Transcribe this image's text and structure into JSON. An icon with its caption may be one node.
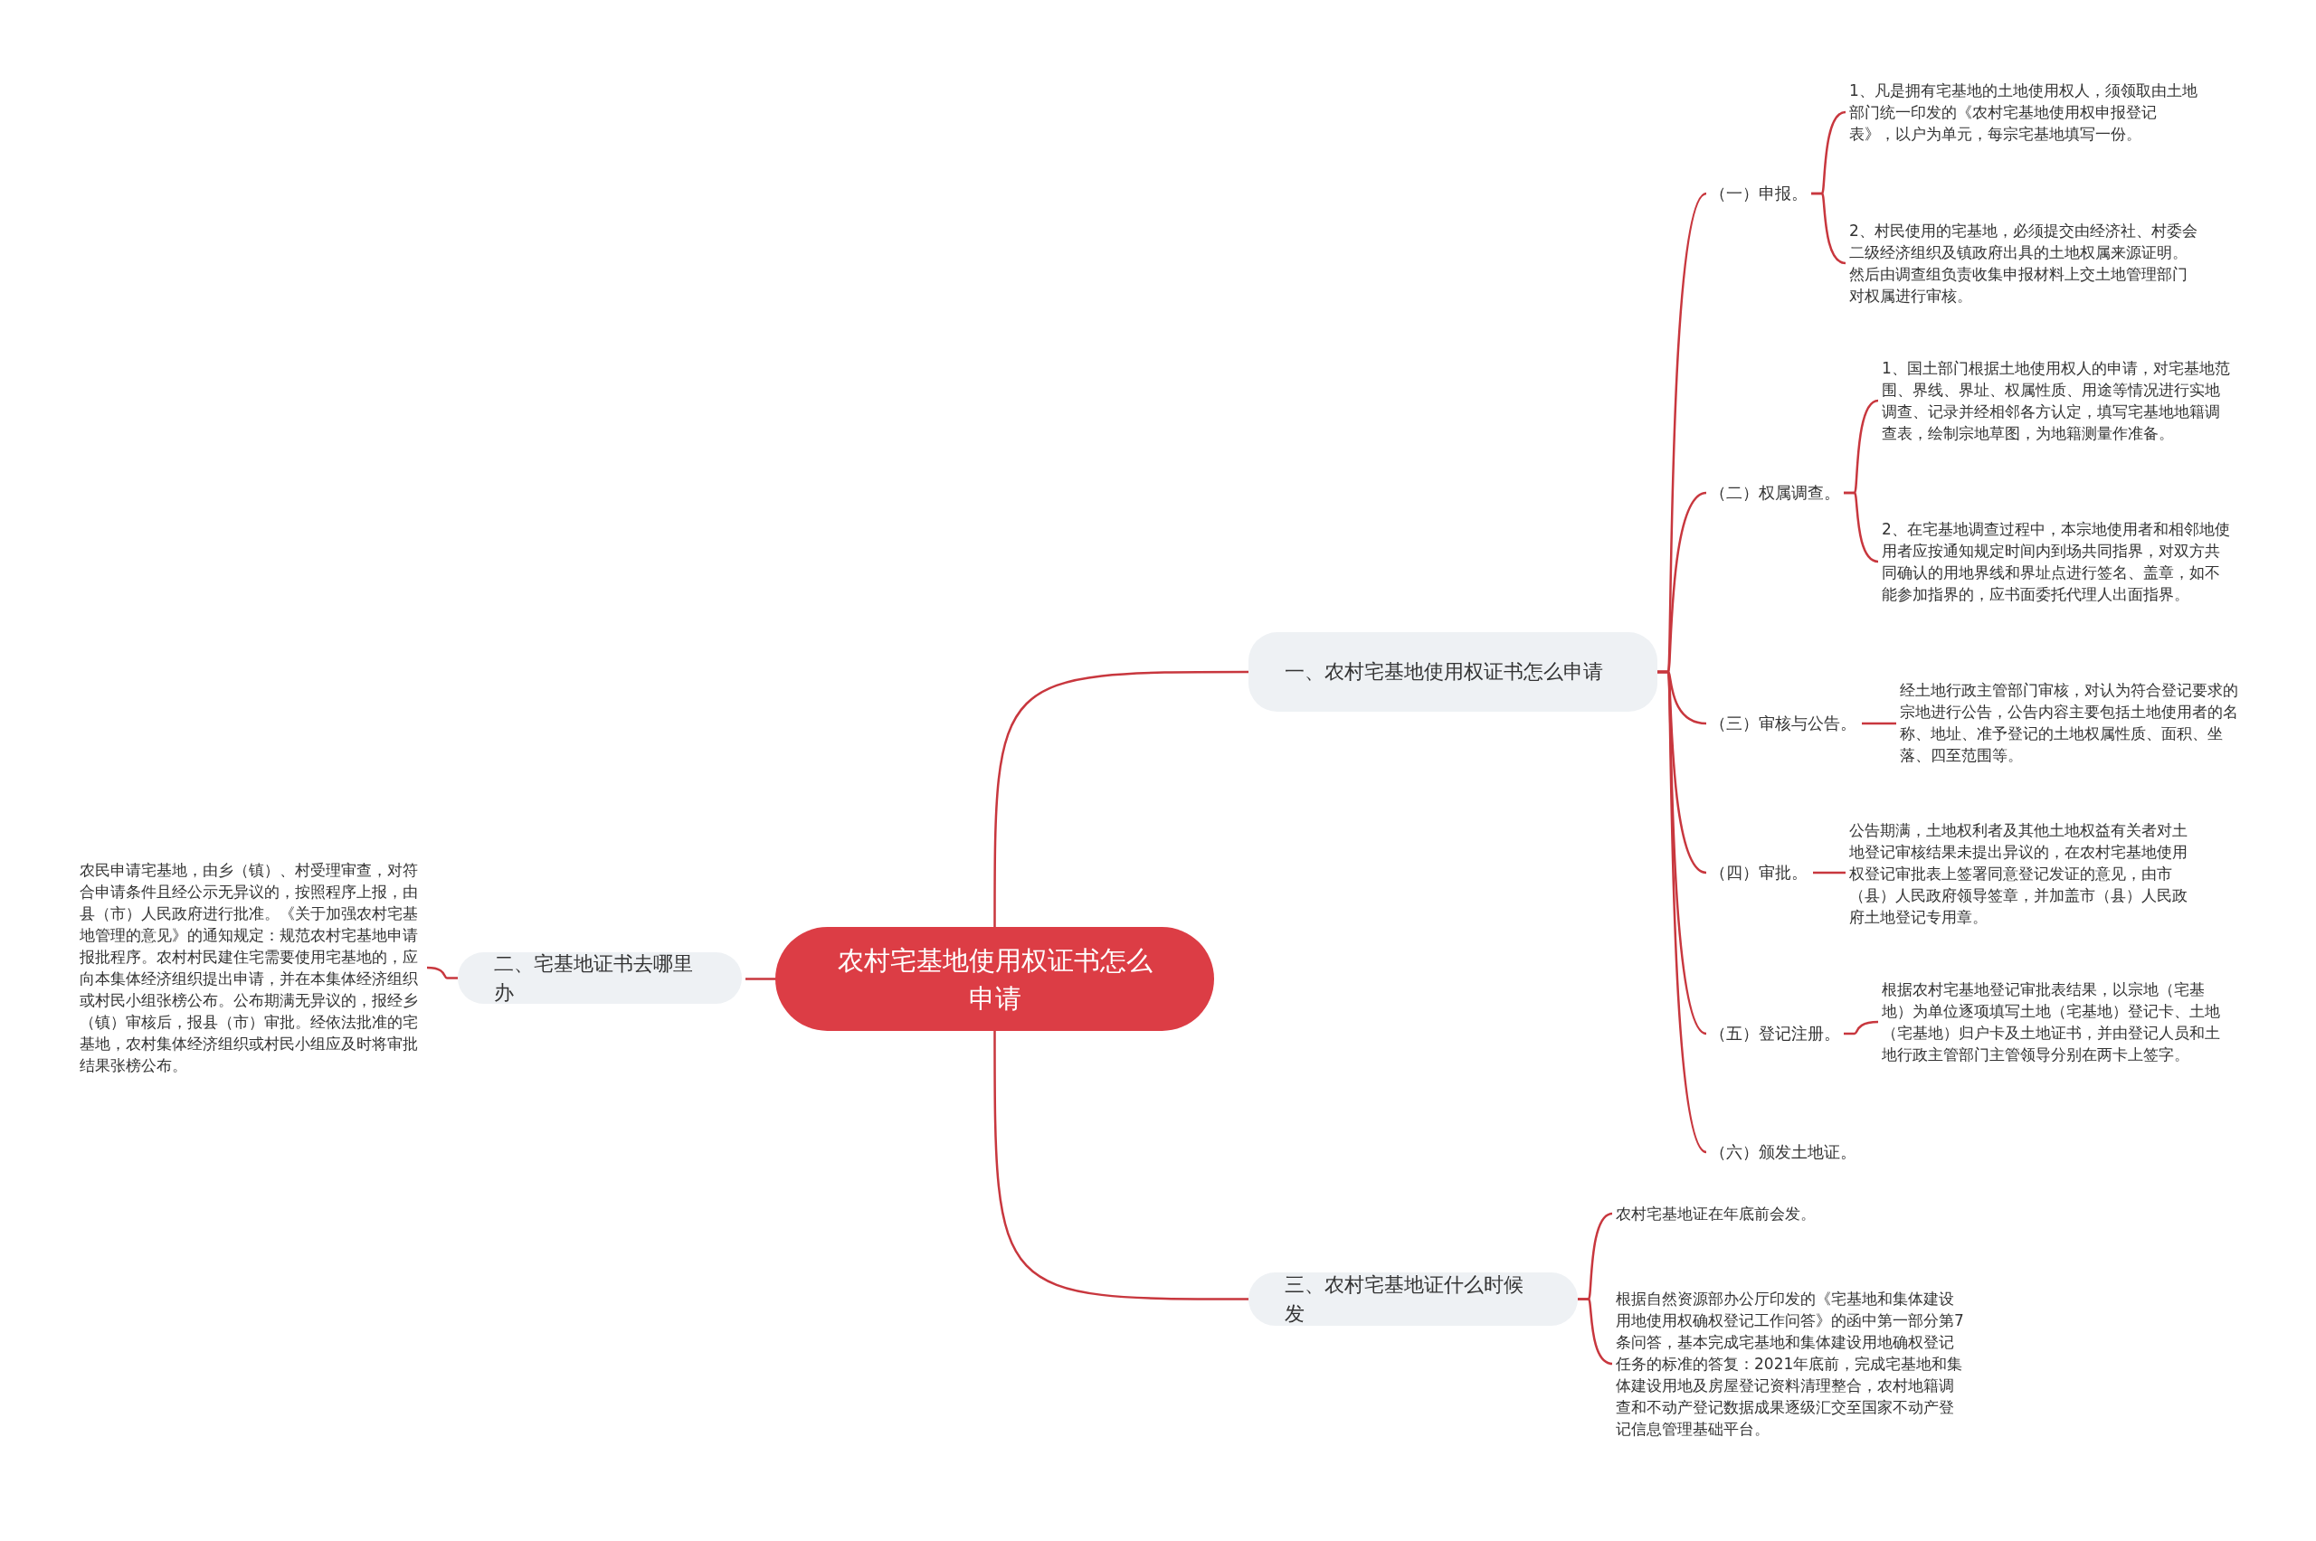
{
  "diagram": {
    "nodes": [
      {
        "text": [
          "农村宅基地使用权证书怎么申请"
        ]
      },
      {
        "text": [
          "一、农村宅基地使用权证书怎么申请"
        ]
      },
      {
        "text": [
          "（一）申报。"
        ]
      },
      {
        "text": [
          "1、凡是拥有宅基地的土地使用权人，须领取由土地部门统一印发的《农村宅基地使用权申报登记表》，以户为单元，每宗宅基地填写一份。"
        ]
      },
      {
        "text": [
          "2、村民使用的宅基地，必须提交由经济社、村委会二级经济组织及镇政府出具的土地权属来源证明。然后由调查组负责收集申报材料上交土地管理部门对权属进行审核。"
        ]
      },
      {
        "text": [
          "（二）权属调查。"
        ]
      },
      {
        "text": [
          "1、国土部门根据土地使用权人的申请，对宅基地范围、界线、界址、权属性质、用途等情况进行实地调查、记录并经相邻各方认定，填写宅基地地籍调查表，绘制宗地草图，为地籍测量作准备。"
        ]
      },
      {
        "text": [
          "2、在宅基地调查过程中，本宗地使用者和相邻地使用者应按通知规定时间内到场共同指界，对双方共同确认的用地界线和界址点进行签名、盖章，如不能参加指界的，应书面委托代理人出面指界。"
        ]
      },
      {
        "text": [
          "（三）审核与公告。"
        ]
      },
      {
        "text": [
          "经土地行政主管部门审核，对认为符合登记要求的宗地进行公告，公告内容主要包括土地使用者的名称、地址、准予登记的土地权属性质、面积、坐落、四至范围等。"
        ]
      },
      {
        "text": [
          "（四）审批。"
        ]
      },
      {
        "text": [
          "公告期满，土地权利者及其他土地权益有关者对土地登记审核结果未提出异议的，在农村宅基地使用权登记审批表上签署同意登记发证的意见，由市（县）人民政府领导签章，并加盖市（县）人民政府土地登记专用章。"
        ]
      },
      {
        "text": [
          "（五）登记注册。"
        ]
      },
      {
        "text": [
          "根据农村宅基地登记审批表结果，以宗地（宅基地）为单位逐项填写土地（宅基地）登记卡、土地（宅基地）归户卡及土地证书，并由登记人员和土地行政主管部门主管领导分别在两卡上签字。"
        ]
      },
      {
        "text": [
          "（六）颁发土地证。"
        ]
      },
      {
        "text": [
          "二、宅基地证书去哪里办"
        ]
      },
      {
        "text": [
          "农民申请宅基地，由乡（镇）、村受理审查，对符合申请条件且经公示无异议的，按照程序上报，由县（市）人民政府进行批准。《关于加强农村宅基地管理的意见》的通知规定：规范农村宅基地申请报批程序。农村村民建住宅需要使用宅基地的，应向本集体经济组织提出申请，并在本集体经济组织或村民小组张榜公布。公布期满无异议的，报经乡（镇）审核后，报县（市）审批。经依法批准的宅基地，农村集体经济组织或村民小组应及时将审批结果张榜公布。"
        ]
      },
      {
        "text": [
          "三、农村宅基地证什么时候发"
        ]
      },
      {
        "text": [
          "农村宅基地证在年底前会发。"
        ]
      },
      {
        "text": [
          "根据自然资源部办公厅印发的《宅基地和集体建设用地使用权确权登记工作问答》的函中第一部分第7条问答，基本完成宅基地和集体建设用地确权登记任务的标准的答复：2021年底前，完成宅基地和集体建设用地及房屋登记资料清理整合，农村地籍调查和不动产登记数据成果逐级汇交至国家不动产登记信息管理基础平台。"
        ]
      }
    ],
    "edges": [
      {
        "from": 0,
        "to": 1,
        "arrow": "none"
      },
      {
        "from": 1,
        "to": 2,
        "arrow": "none"
      },
      {
        "from": 2,
        "to": 3,
        "arrow": "none"
      },
      {
        "from": 2,
        "to": 4,
        "arrow": "none"
      },
      {
        "from": 1,
        "to": 5,
        "arrow": "none"
      },
      {
        "from": 5,
        "to": 6,
        "arrow": "none"
      },
      {
        "from": 5,
        "to": 7,
        "arrow": "none"
      },
      {
        "from": 1,
        "to": 8,
        "arrow": "none"
      },
      {
        "from": 8,
        "to": 9,
        "arrow": "none"
      },
      {
        "from": 1,
        "to": 10,
        "arrow": "none"
      },
      {
        "from": 10,
        "to": 11,
        "arrow": "none"
      },
      {
        "from": 1,
        "to": 12,
        "arrow": "none"
      },
      {
        "from": 12,
        "to": 13,
        "arrow": "none"
      },
      {
        "from": 1,
        "to": 14,
        "arrow": "none"
      },
      {
        "from": 0,
        "to": 15,
        "arrow": "none"
      },
      {
        "from": 15,
        "to": 16,
        "arrow": "none"
      },
      {
        "from": 0,
        "to": 17,
        "arrow": "none"
      },
      {
        "from": 17,
        "to": 18,
        "arrow": "none"
      },
      {
        "from": 17,
        "to": 19,
        "arrow": "none"
      }
    ]
  }
}
